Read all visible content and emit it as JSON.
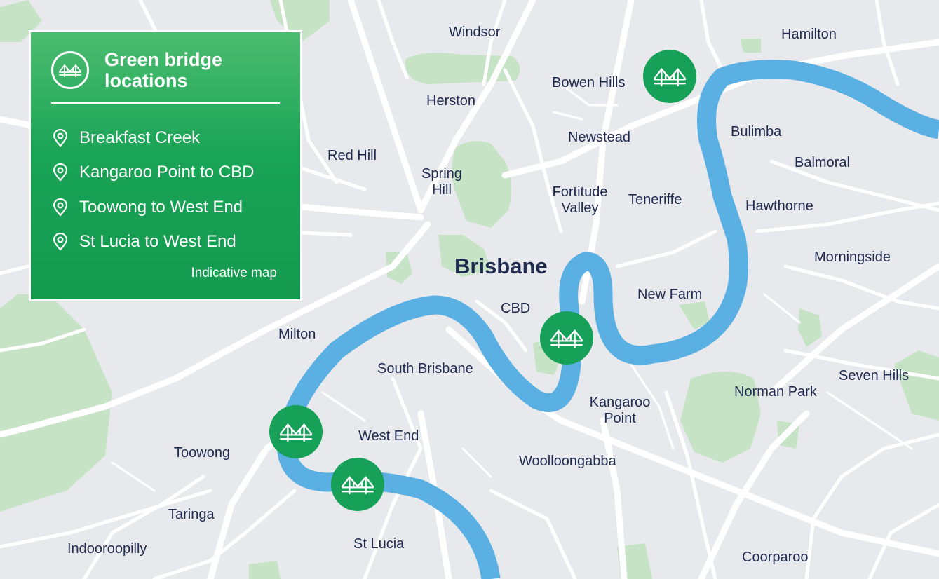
{
  "legend": {
    "title": "Green bridge\nlocations",
    "items": [
      "Breakfast Creek",
      "Kangaroo Point to CBD",
      "Toowong to West End",
      "St Lucia to West End"
    ],
    "note": "Indicative map"
  },
  "city_label": "Brisbane",
  "suburbs": [
    "Windsor",
    "Hamilton",
    "Bowen Hills",
    "Herston",
    "Bulimba",
    "Newstead",
    "Red Hill",
    "Spring\nHill",
    "Balmoral",
    "Fortitude\nValley",
    "Teneriffe",
    "Hawthorne",
    "Morningside",
    "New Farm",
    "CBD",
    "Milton",
    "South Brisbane",
    "Seven Hills",
    "Norman Park",
    "Kangaroo\nPoint",
    "West End",
    "Toowong",
    "Woolloongabba",
    "Taringa",
    "St Lucia",
    "Indooroopilly",
    "Coorparoo"
  ],
  "markers": [
    "bridge-icon",
    "bridge-icon",
    "bridge-icon",
    "bridge-icon"
  ],
  "colors": {
    "land": "#e8e9ec",
    "road": "#ffffff",
    "park": "#c6e3c5",
    "river": "#5aafe3",
    "marker": "#16a058",
    "legend": "#1aa456",
    "label": "#1f2a4f"
  }
}
